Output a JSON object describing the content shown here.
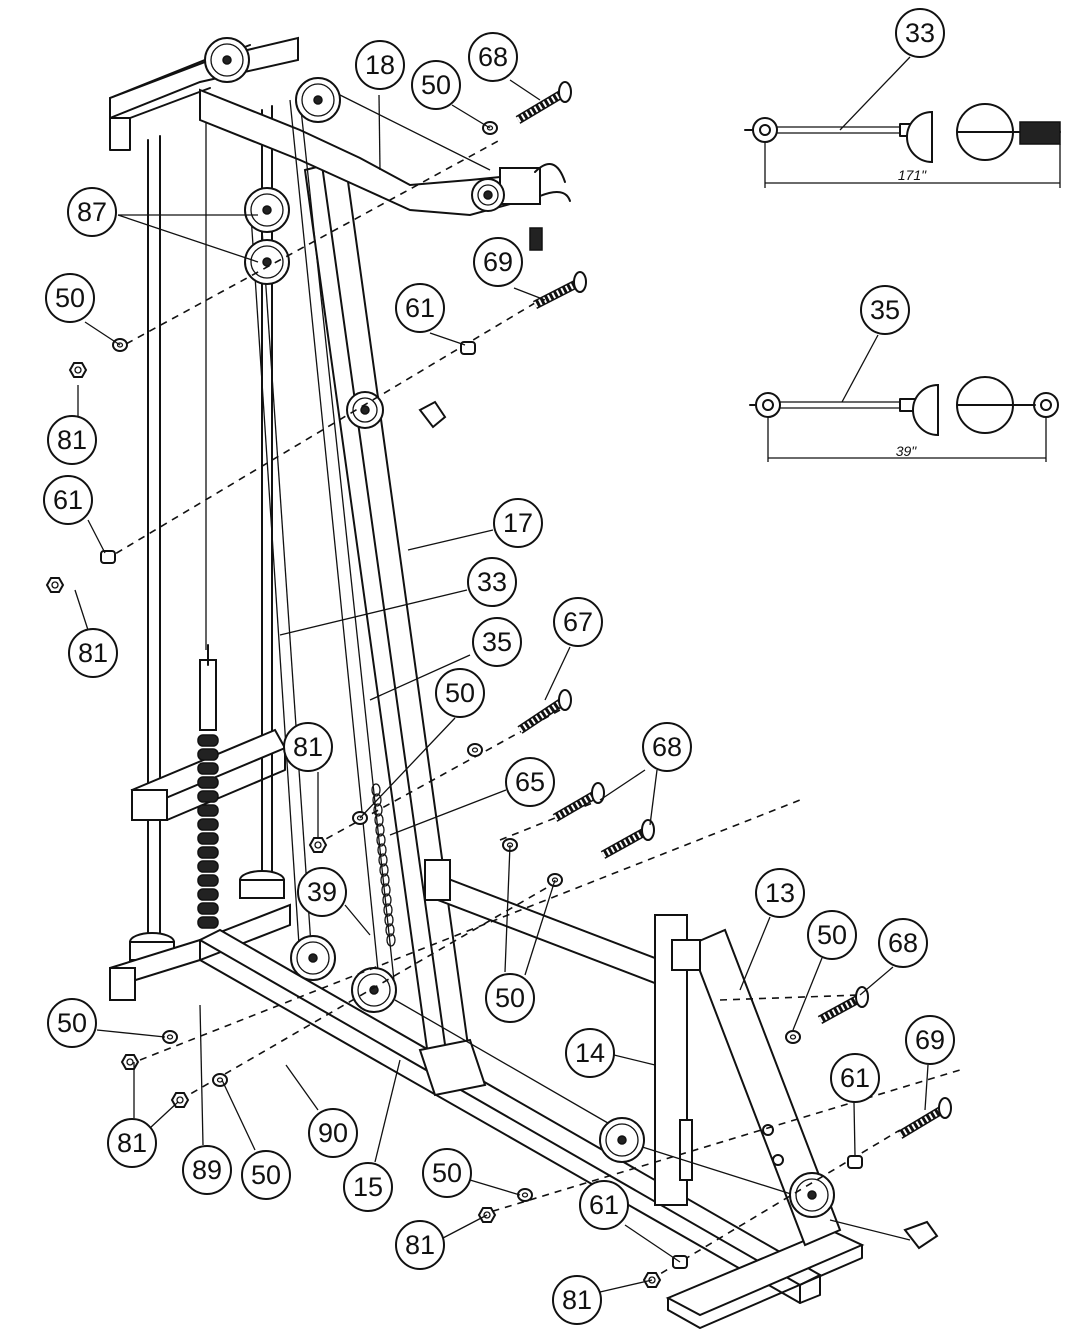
{
  "callouts": [
    {
      "id": "c-18",
      "label": "18"
    },
    {
      "id": "c-50a",
      "label": "50"
    },
    {
      "id": "c-68a",
      "label": "68"
    },
    {
      "id": "c-87",
      "label": "87"
    },
    {
      "id": "c-69a",
      "label": "69"
    },
    {
      "id": "c-50b",
      "label": "50"
    },
    {
      "id": "c-61a",
      "label": "61"
    },
    {
      "id": "c-81a",
      "label": "81"
    },
    {
      "id": "c-61b",
      "label": "61"
    },
    {
      "id": "c-81b",
      "label": "81"
    },
    {
      "id": "c-17",
      "label": "17"
    },
    {
      "id": "c-33a",
      "label": "33"
    },
    {
      "id": "c-35a",
      "label": "35"
    },
    {
      "id": "c-67",
      "label": "67"
    },
    {
      "id": "c-50c",
      "label": "50"
    },
    {
      "id": "c-81c",
      "label": "81"
    },
    {
      "id": "c-68b",
      "label": "68"
    },
    {
      "id": "c-65",
      "label": "65"
    },
    {
      "id": "c-39",
      "label": "39"
    },
    {
      "id": "c-13",
      "label": "13"
    },
    {
      "id": "c-50d",
      "label": "50"
    },
    {
      "id": "c-68c",
      "label": "68"
    },
    {
      "id": "c-50e",
      "label": "50"
    },
    {
      "id": "c-14",
      "label": "14"
    },
    {
      "id": "c-69b",
      "label": "69"
    },
    {
      "id": "c-61c",
      "label": "61"
    },
    {
      "id": "c-50f",
      "label": "50"
    },
    {
      "id": "c-81d",
      "label": "81"
    },
    {
      "id": "c-89",
      "label": "89"
    },
    {
      "id": "c-50g",
      "label": "50"
    },
    {
      "id": "c-90",
      "label": "90"
    },
    {
      "id": "c-15",
      "label": "15"
    },
    {
      "id": "c-50h",
      "label": "50"
    },
    {
      "id": "c-81e",
      "label": "81"
    },
    {
      "id": "c-61d",
      "label": "61"
    },
    {
      "id": "c-81f",
      "label": "81"
    },
    {
      "id": "c-33b",
      "label": "33"
    },
    {
      "id": "c-35b",
      "label": "35"
    }
  ],
  "cables": [
    {
      "part": "33",
      "length": "171\""
    },
    {
      "part": "35",
      "length": "39\""
    }
  ]
}
